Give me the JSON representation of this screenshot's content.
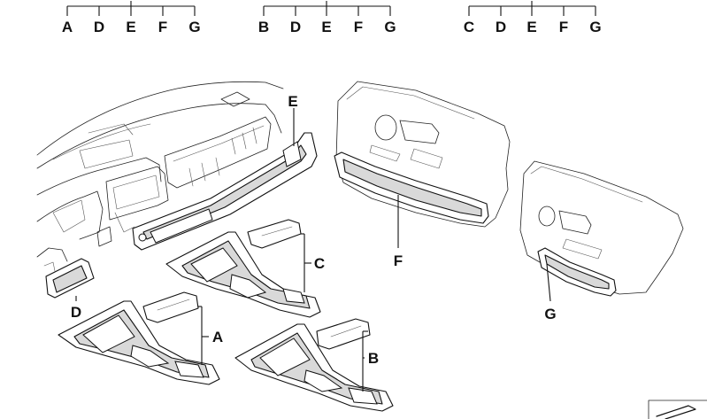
{
  "key_groups": [
    {
      "letters": [
        "A",
        "D",
        "E",
        "F",
        "G"
      ]
    },
    {
      "letters": [
        "B",
        "D",
        "E",
        "F",
        "G"
      ]
    },
    {
      "letters": [
        "C",
        "D",
        "E",
        "F",
        "G"
      ]
    }
  ],
  "callouts": {
    "a": "A",
    "b": "B",
    "c": "C",
    "d": "D",
    "e": "E",
    "f": "F",
    "g": "G"
  },
  "icons": {
    "dashboard": "dashboard-outline-icon",
    "front_door": "front-door-panel-icon",
    "rear_door": "rear-door-panel-icon",
    "corner": "page-corner-icon"
  }
}
